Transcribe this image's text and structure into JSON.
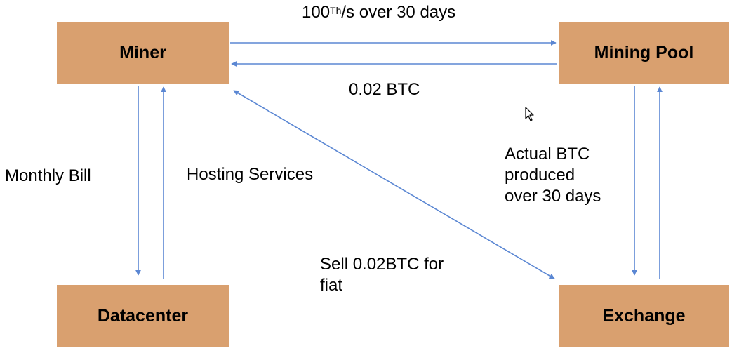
{
  "nodes": {
    "miner": "Miner",
    "mining_pool": "Mining Pool",
    "datacenter": "Datacenter",
    "exchange": "Exchange"
  },
  "labels": {
    "hashrate": {
      "prefix": "100",
      "superscript": "Th",
      "suffix": "/s over 30 days"
    },
    "payout": "0.02 BTC",
    "monthly_bill": "Monthly Bill",
    "hosting": "Hosting Services",
    "sell": [
      "Sell 0.02BTC for",
      "fiat"
    ],
    "actual": [
      "Actual BTC",
      "produced",
      "over 30 days"
    ]
  },
  "colors": {
    "node_fill": "#d9a06f",
    "arrow": "#5b87d3"
  },
  "icons": {
    "cursor": "mouse-pointer-icon"
  }
}
